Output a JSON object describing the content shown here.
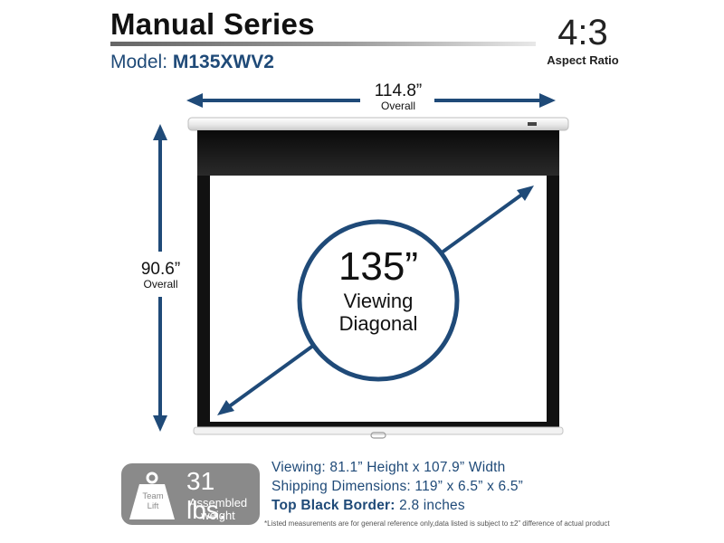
{
  "header": {
    "title": "Manual Series",
    "model_label": "Model:",
    "model_value": "M135XWV2"
  },
  "aspect": {
    "value": "4:3",
    "label": "Aspect Ratio"
  },
  "dimensions": {
    "width_value": "114.8”",
    "width_label": "Overall",
    "height_value": "90.6”",
    "height_label": "Overall"
  },
  "diagonal": {
    "value": "135”",
    "line1": "Viewing",
    "line2": "Diagonal"
  },
  "weight": {
    "value": "31 lbs.",
    "line1": "Assembled",
    "line2": "weight",
    "icon_line1": "Team",
    "icon_line2": "Lift"
  },
  "specs": {
    "viewing": "Viewing: 81.1” Height x 107.9” Width",
    "shipping": "Shipping Dimensions: 119” x 6.5” x 6.5”",
    "border_label": "Top Black Border:",
    "border_value": "2.8 inches"
  },
  "note": "*Listed measurements are for general reference only,data listed is subject to ±2” difference of actual product",
  "colors": {
    "arrow": "#1f4a78",
    "screen_border": "#111111",
    "badge": "#8a8a8a"
  }
}
